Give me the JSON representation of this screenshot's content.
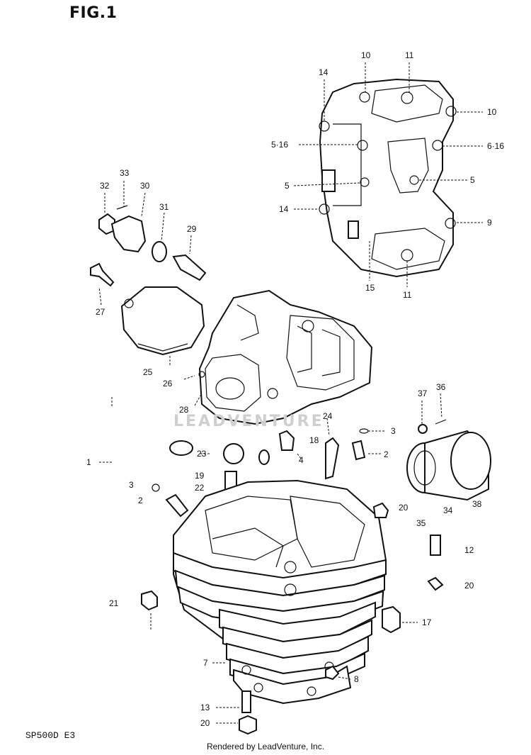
{
  "figure": {
    "title": "FIG.1",
    "model_code": "SP500D E3",
    "footer": "Rendered by LeadVenture, Inc.",
    "watermark": "LEADVENTURE"
  },
  "callouts": {
    "c10a": "10",
    "c11a": "11",
    "c14a": "14",
    "c10b": "10",
    "c516": "5·16",
    "c616": "6·16",
    "c5a": "5",
    "c5b": "5",
    "c14b": "14",
    "c9": "9",
    "c15": "15",
    "c11b": "11",
    "c33": "33",
    "c32": "32",
    "c30": "30",
    "c31": "31",
    "c29": "29",
    "c27": "27",
    "c25": "25",
    "c26": "26",
    "c28": "28",
    "c37": "37",
    "c36": "36",
    "c24": "24",
    "c18": "18",
    "c3a": "3",
    "c23": "23",
    "c4": "4",
    "c2a": "2",
    "c1": "1",
    "c19": "19",
    "c22": "22",
    "c3b": "3",
    "c2b": "2",
    "c20a": "20",
    "c34": "34",
    "c38": "38",
    "c35": "35",
    "c12": "12",
    "c20b": "20",
    "c21": "21",
    "c17": "17",
    "c7": "7",
    "c8": "8",
    "c13": "13",
    "c20c": "20"
  }
}
